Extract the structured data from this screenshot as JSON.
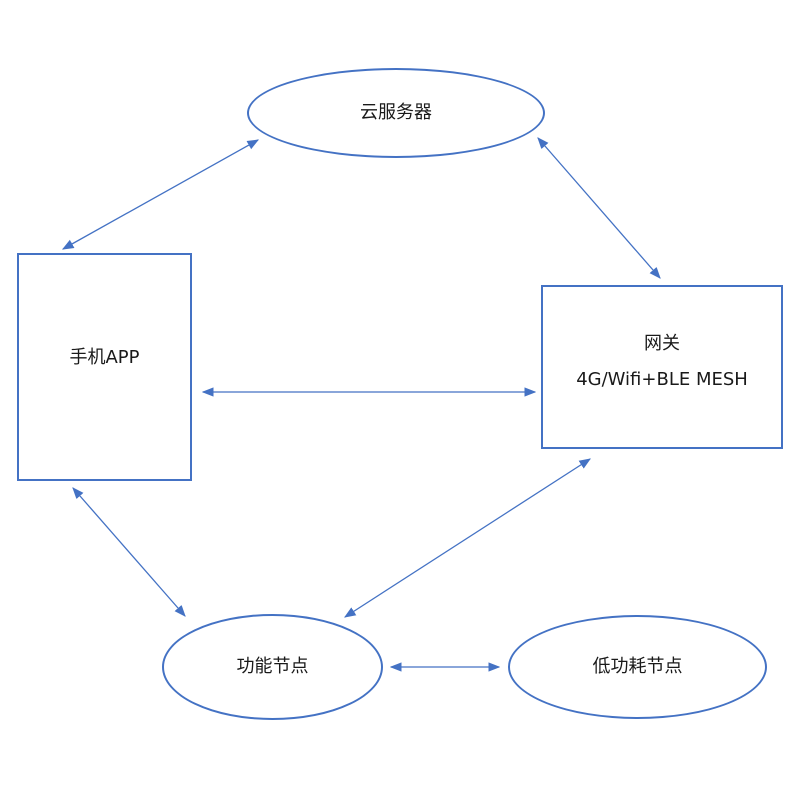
{
  "diagram": {
    "colors": {
      "stroke": "#4472c4",
      "text": "#1a1a1a",
      "background": "#ffffff"
    },
    "nodes": {
      "cloud": {
        "label": "云服务器",
        "shape": "ellipse"
      },
      "app": {
        "label": "手机APP",
        "shape": "rectangle"
      },
      "gateway": {
        "label": "网关",
        "sublabel": "4G/Wifi+BLE MESH",
        "shape": "rectangle"
      },
      "function_node": {
        "label": "功能节点",
        "shape": "ellipse"
      },
      "low_power_node": {
        "label": "低功耗节点",
        "shape": "ellipse"
      }
    },
    "edges": [
      {
        "from": "cloud",
        "to": "app",
        "direction": "both"
      },
      {
        "from": "cloud",
        "to": "gateway",
        "direction": "both"
      },
      {
        "from": "app",
        "to": "gateway",
        "direction": "both"
      },
      {
        "from": "app",
        "to": "function_node",
        "direction": "both"
      },
      {
        "from": "gateway",
        "to": "function_node",
        "direction": "both"
      },
      {
        "from": "function_node",
        "to": "low_power_node",
        "direction": "both"
      }
    ]
  }
}
